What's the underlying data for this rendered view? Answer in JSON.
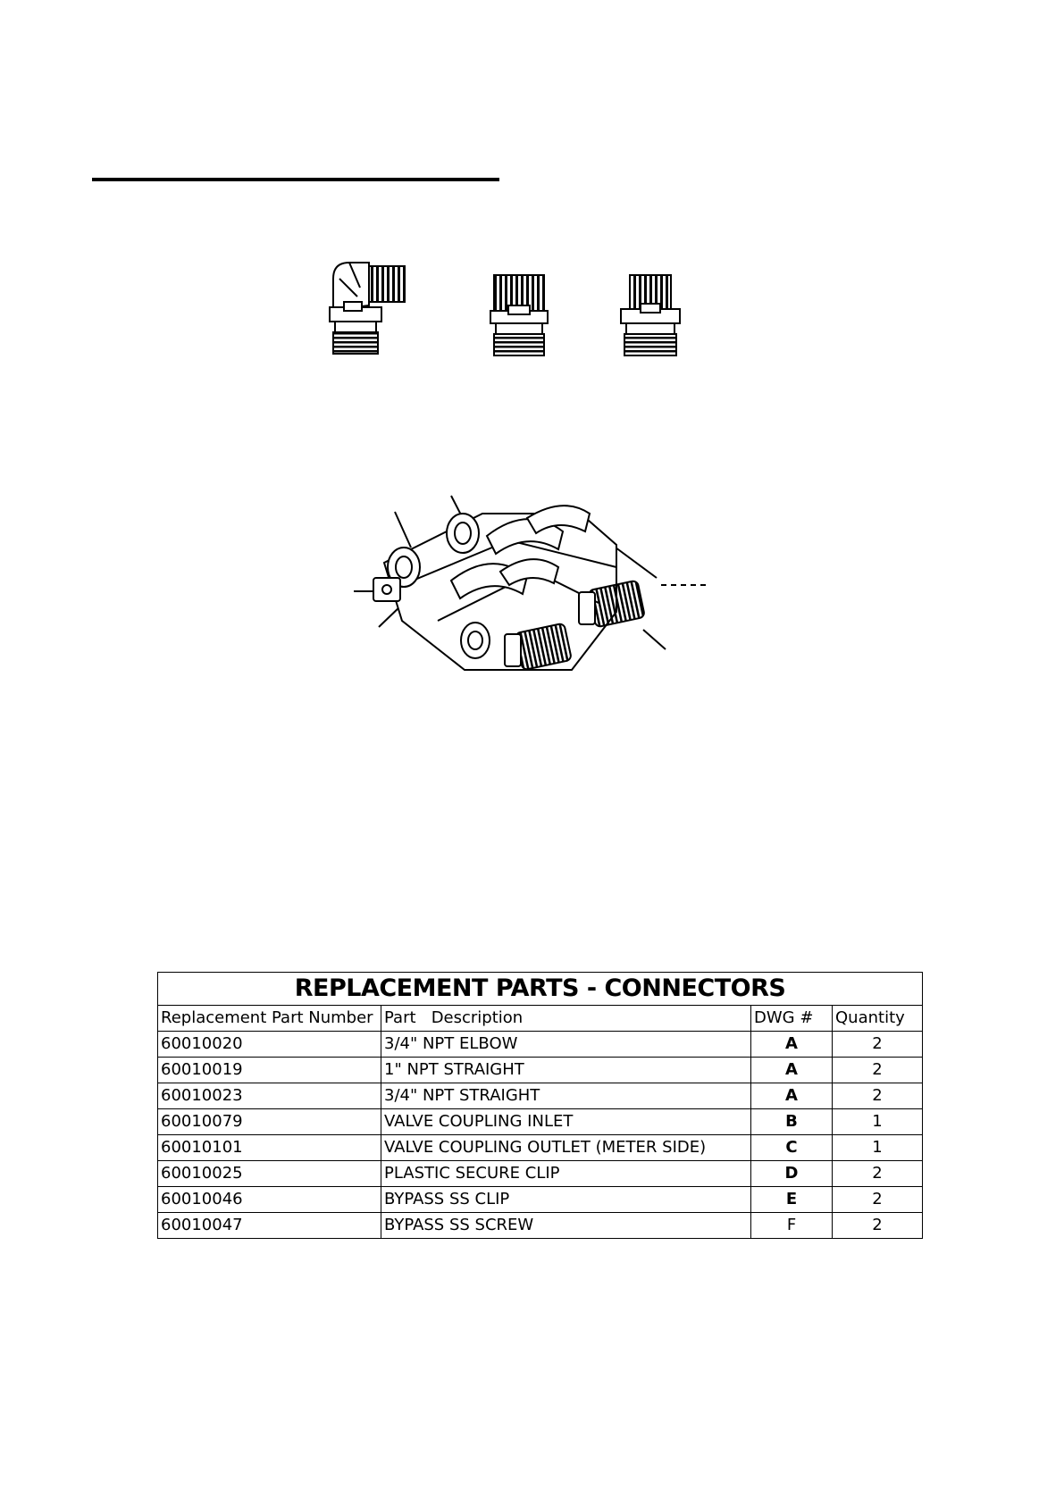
{
  "table": {
    "title": "REPLACEMENT PARTS - CONNECTORS",
    "headers": [
      "Replacement Part Number",
      "Part   Description",
      "DWG #",
      "Quantity"
    ],
    "rows": [
      [
        "60010020",
        "3/4\" NPT ELBOW",
        "A",
        "2"
      ],
      [
        "60010019",
        "1\" NPT STRAIGHT",
        "A",
        "2"
      ],
      [
        "60010023",
        "3/4\" NPT STRAIGHT",
        "A",
        "2"
      ],
      [
        "60010079",
        "VALVE COUPLING INLET",
        "B",
        "1"
      ],
      [
        "60010101",
        "VALVE COUPLING OUTLET (METER SIDE)",
        "C",
        "1"
      ],
      [
        "60010025",
        "PLASTIC SECURE CLIP",
        "D",
        "2"
      ],
      [
        "60010046",
        "BYPASS SS CLIP",
        "E",
        "2"
      ],
      [
        "60010047",
        "BYPASS SS SCREW",
        "F",
        "2"
      ]
    ]
  }
}
